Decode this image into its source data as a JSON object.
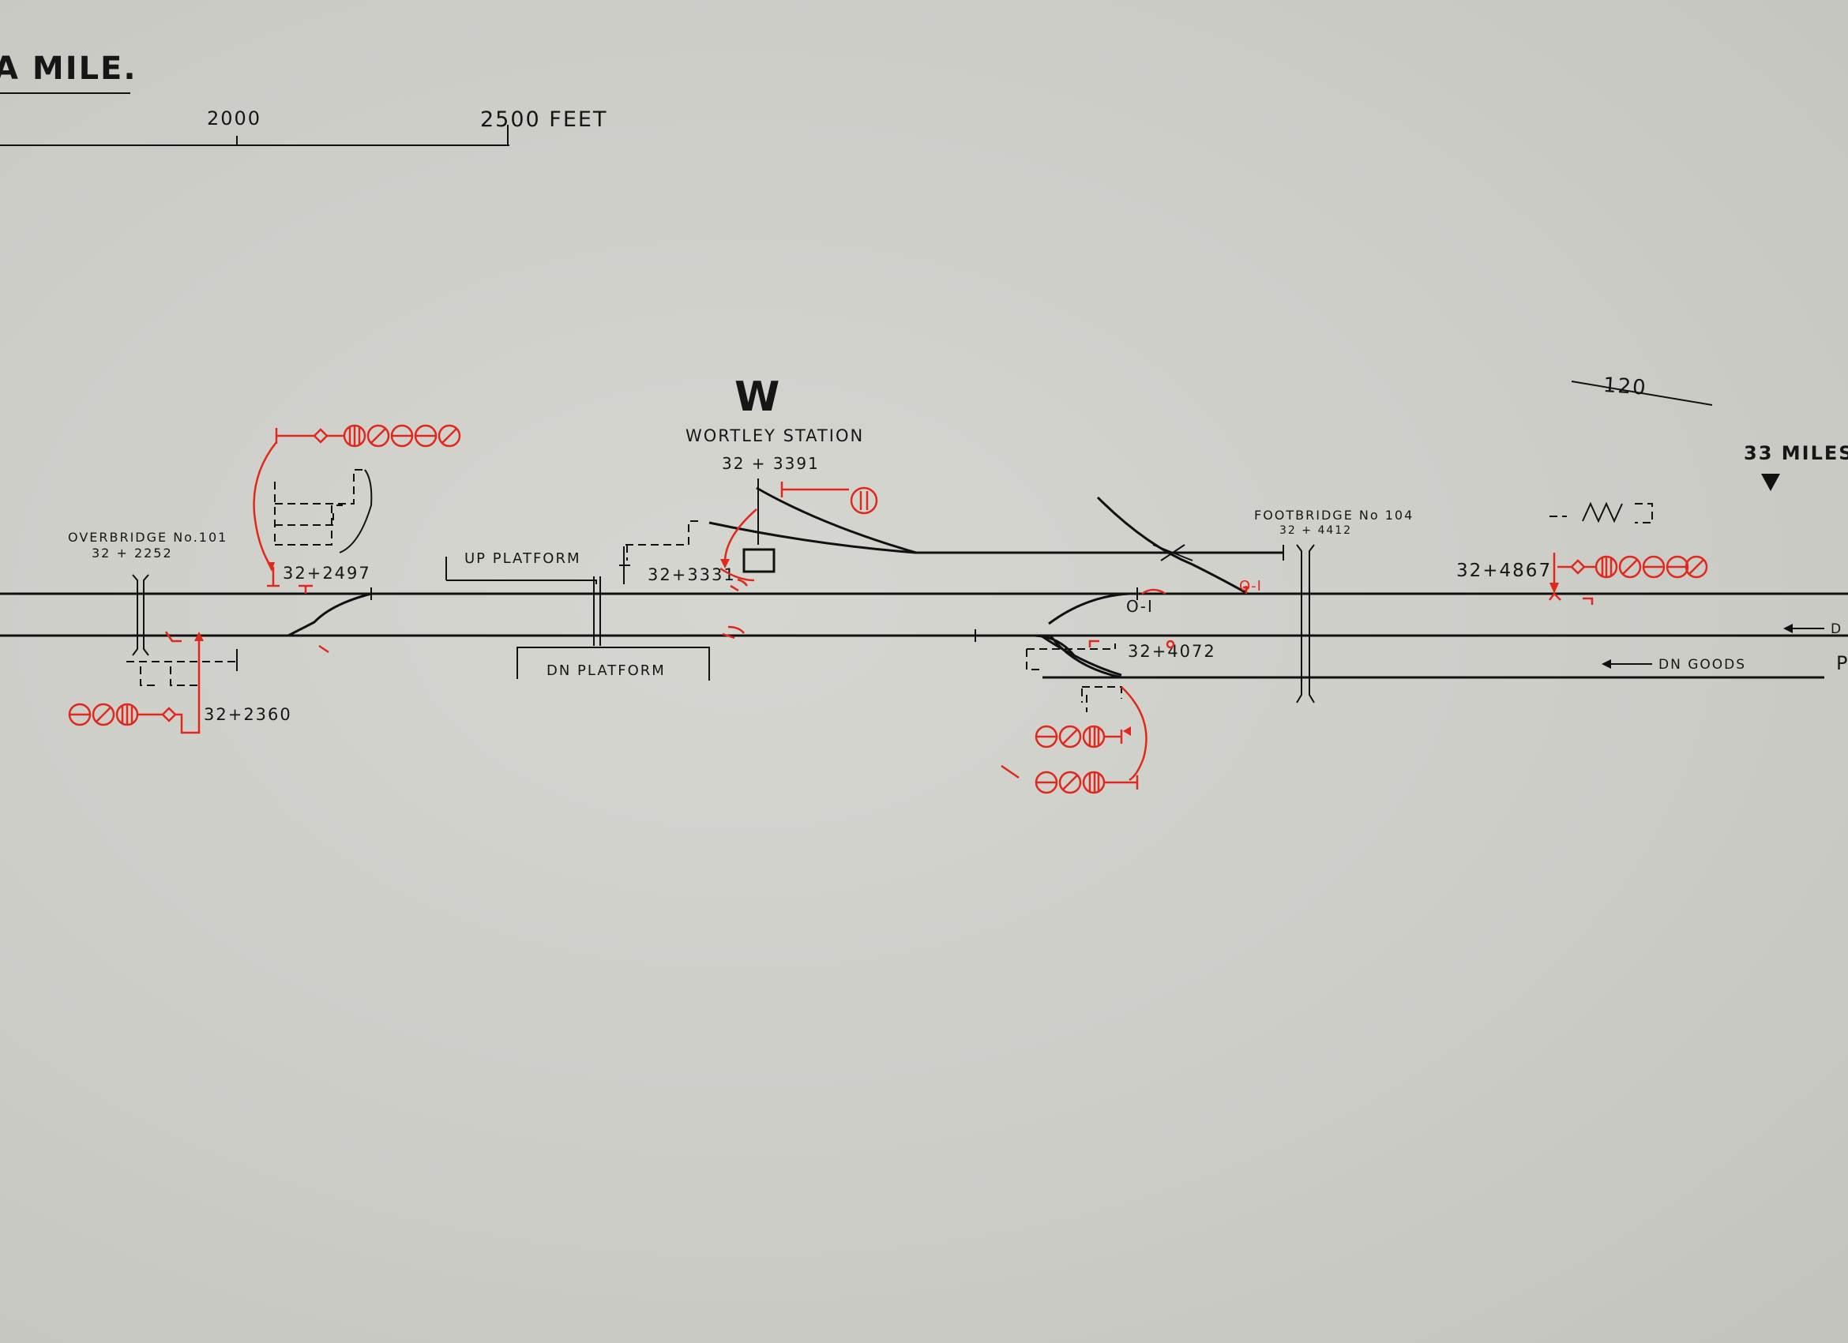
{
  "header": {
    "title_fragment": "A MILE.",
    "scale_labels": [
      "2000",
      "2500 FEET"
    ]
  },
  "gradient": {
    "value": "120"
  },
  "milepost": {
    "label": "33 MILES"
  },
  "station": {
    "code": "W",
    "name": "WORTLEY STATION",
    "mileage": "32 + 3391"
  },
  "structures": {
    "overbridge": {
      "name": "OVERBRIDGE No.101",
      "mileage": "32 + 2252"
    },
    "footbridge": {
      "name": "FOOTBRIDGE No 104",
      "mileage": "32 + 4412"
    }
  },
  "platforms": {
    "up": "UP PLATFORM",
    "down": "DN PLATFORM"
  },
  "mileages": {
    "m2497": "32+2497",
    "m2360": "32+2360",
    "m3331": "32+3331",
    "m4072": "32+4072",
    "m4867": "32+4867"
  },
  "line_labels": {
    "dn_goods": "DN GOODS",
    "dn_main_fragment": "D",
    "edge_fragment": "P"
  },
  "colors": {
    "ink": "#111111",
    "signal_red": "#e0281c",
    "paper": "#cfcfca"
  }
}
